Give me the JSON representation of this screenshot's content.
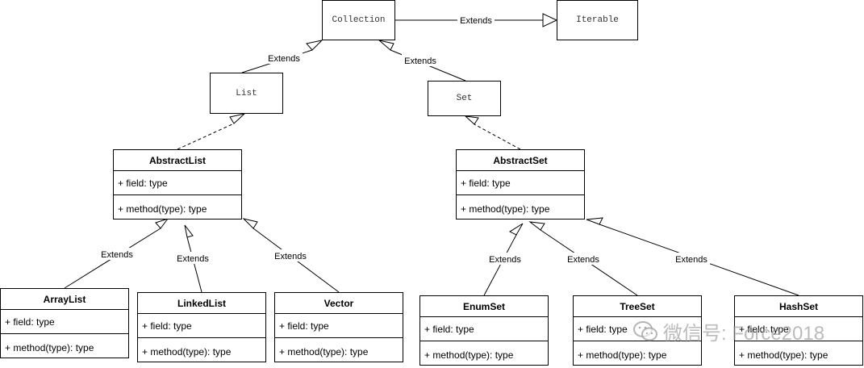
{
  "nodes": {
    "collection": "Collection",
    "iterable": "Iterable",
    "list": "List",
    "set": "Set"
  },
  "classes": {
    "abstractlist": {
      "name": "AbstractList",
      "field": "+ field: type",
      "method": "+ method(type): type"
    },
    "abstractset": {
      "name": "AbstractSet",
      "field": "+ field: type",
      "method": "+ method(type): type"
    },
    "arraylist": {
      "name": "ArrayList",
      "field": "+ field: type",
      "method": "+ method(type): type"
    },
    "linkedlist": {
      "name": "LinkedList",
      "field": "+ field: type",
      "method": "+ method(type): type"
    },
    "vector": {
      "name": "Vector",
      "field": "+ field: type",
      "method": "+ method(type): type"
    },
    "enumset": {
      "name": "EnumSet",
      "field": "+ field: type",
      "method": "+ method(type): type"
    },
    "treeset": {
      "name": "TreeSet",
      "field": "+ field: type",
      "method": "+ method(type): type"
    },
    "hashset": {
      "name": "HashSet",
      "field": "+ field: type",
      "method": "+ method(type): type"
    }
  },
  "edge_label": "Extends",
  "watermark": "微信号: Force2018"
}
